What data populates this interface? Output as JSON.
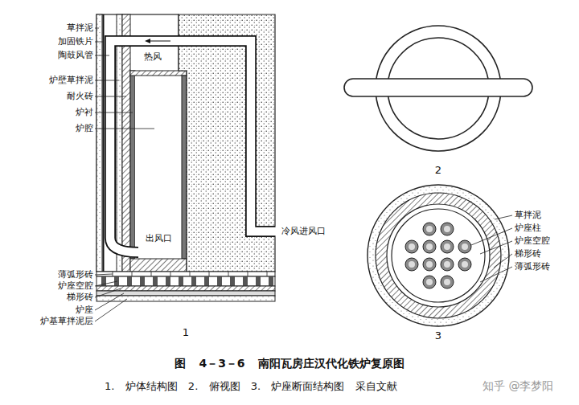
{
  "diagram": {
    "title": "图 4－3－6 南阳瓦房庄汉代化铁炉复原图",
    "caption": "1. 炉体结构图 2. 俯视图 3. 炉座断面结构图 采自文献",
    "labels": [
      "热风",
      "草拌泥",
      "加固铁片",
      "陶鼓风管",
      "炉壁草拌泥",
      "耐火砖",
      "炉衬",
      "炉腔",
      "冷风进风口",
      "出风口",
      "薄弧形砖",
      "炉座空腔",
      "梯形砖",
      "炉座",
      "炉基草拌泥层",
      "1",
      "2",
      "草拌泥",
      "炉座柱",
      "炉座空腔",
      "梯形砖",
      "薄弧形砖",
      "3",
      "知乎 @李梦阳"
    ]
  }
}
